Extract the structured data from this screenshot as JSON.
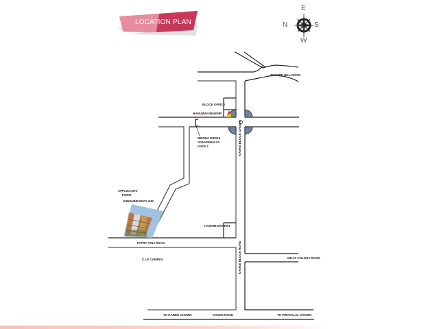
{
  "header": {
    "title": "LOCATION PLAN"
  },
  "compass": {
    "north": "N",
    "south": "S",
    "east": "E",
    "west": "W"
  },
  "roads": {
    "tagore_hill": "TAGORE HILL ROAD",
    "kanke_block_road_upper": "KANKE BLOCK CHOWK",
    "kanke_block_road_lower": "KANKE BLOCK ROAD",
    "patratoli": "PATRA TOLI ROAD",
    "milat_colony": "MILAT COLONY ROAD",
    "kanke_road": "KANKE ROAD",
    "to_kanke_chowk": "TO KANKE CHOWK",
    "to_piravalal_chowk": "TO PIRAVALAL CHOWK"
  },
  "landmarks": {
    "block_office": "BLOCK OFFICE",
    "hanuman_mandir": "HANUMAN MANDIR",
    "birsha_line1": "BIRSHA KRISHI",
    "birsha_line2": "VISHVIDHALYA",
    "birsha_line3": "GATE 2",
    "applicants_line1": "APPLICANTS",
    "applicants_line2": "POINT",
    "sunshine_enclave": "SUNSHINE ENCLAVE",
    "hashim_market": "HASHIM MARKET",
    "cip_campus": "C.I.P. CAMPUS"
  },
  "colors": {
    "banner_dark": "#c8385a",
    "banner_light": "#e78a9e",
    "roundabout": "#6e84a3",
    "gate_marker": "#e0202a",
    "footer_accent": "#f6c2b4"
  }
}
